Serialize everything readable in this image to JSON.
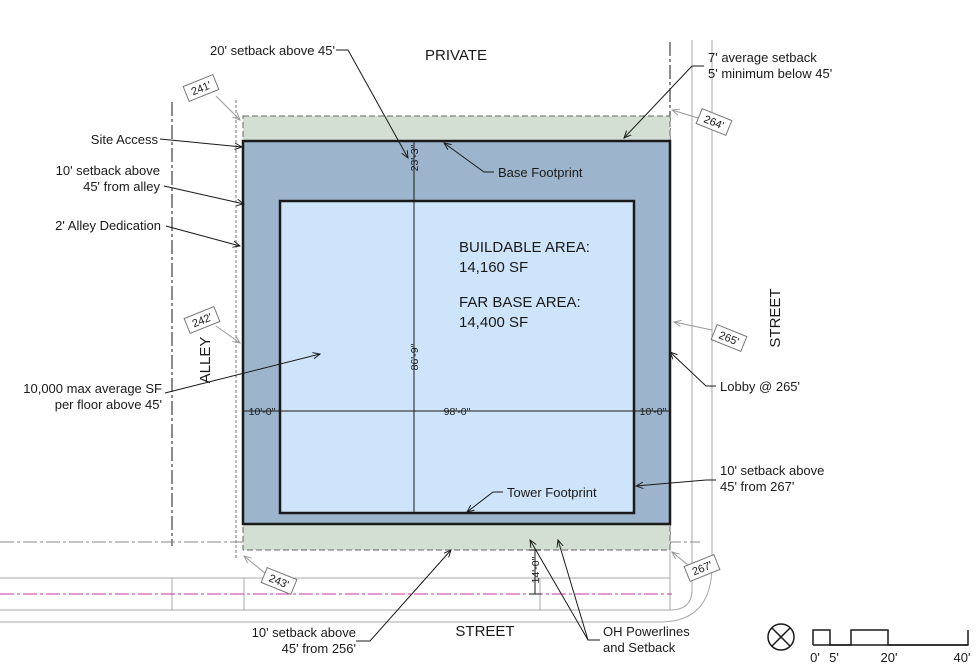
{
  "labels": {
    "private": "PRIVATE",
    "alley": "ALLEY",
    "street_right": "STREET",
    "street_bottom": "STREET",
    "buildable_title": "BUILDABLE AREA:",
    "buildable_value": "14,160 SF",
    "far_title": "FAR BASE AREA:",
    "far_value": "14,400 SF"
  },
  "callouts": {
    "setback_20_above_45": "20' setback above 45'",
    "avg_setback_line1": "7' average setback",
    "avg_setback_line2": "5' minimum below 45'",
    "site_access": "Site Access",
    "alley_setback_line1": "10' setback above",
    "alley_setback_line2": "45' from alley",
    "alley_dedication": "2' Alley Dedication",
    "base_footprint": "Base Footprint",
    "max_sf_line1": "10,000 max average SF",
    "max_sf_line2": "per floor above 45'",
    "lobby": "Lobby @ 265'",
    "setback_267_line1": "10' setback above",
    "setback_267_line2": "45' from 267'",
    "tower_footprint": "Tower Footprint",
    "setback_256_line1": "10' setback above",
    "setback_256_line2": "45' from 256'",
    "powerlines_line1": "OH Powerlines",
    "powerlines_line2": "and Setback"
  },
  "elevations": {
    "nw": "241'",
    "ne": "264'",
    "w": "242'",
    "e": "265'",
    "sw": "243'",
    "se": "267'"
  },
  "dimensions": {
    "top_depth": "23'-3\"",
    "tower_depth": "86'-9\"",
    "left_setback": "10'-0\"",
    "tower_width": "98'-0\"",
    "right_setback": "10'-0\"",
    "bottom_offset": "14'-0\""
  },
  "scale": {
    "ticks": [
      "0'",
      "5'",
      "20'",
      "40'"
    ]
  },
  "colors": {
    "setback_band": "#d3dfd3",
    "base_footprint": "#9cb5cc",
    "tower_footprint": "#cde4fa",
    "line": "#1a1a1a",
    "property_line": "#cc3399"
  }
}
